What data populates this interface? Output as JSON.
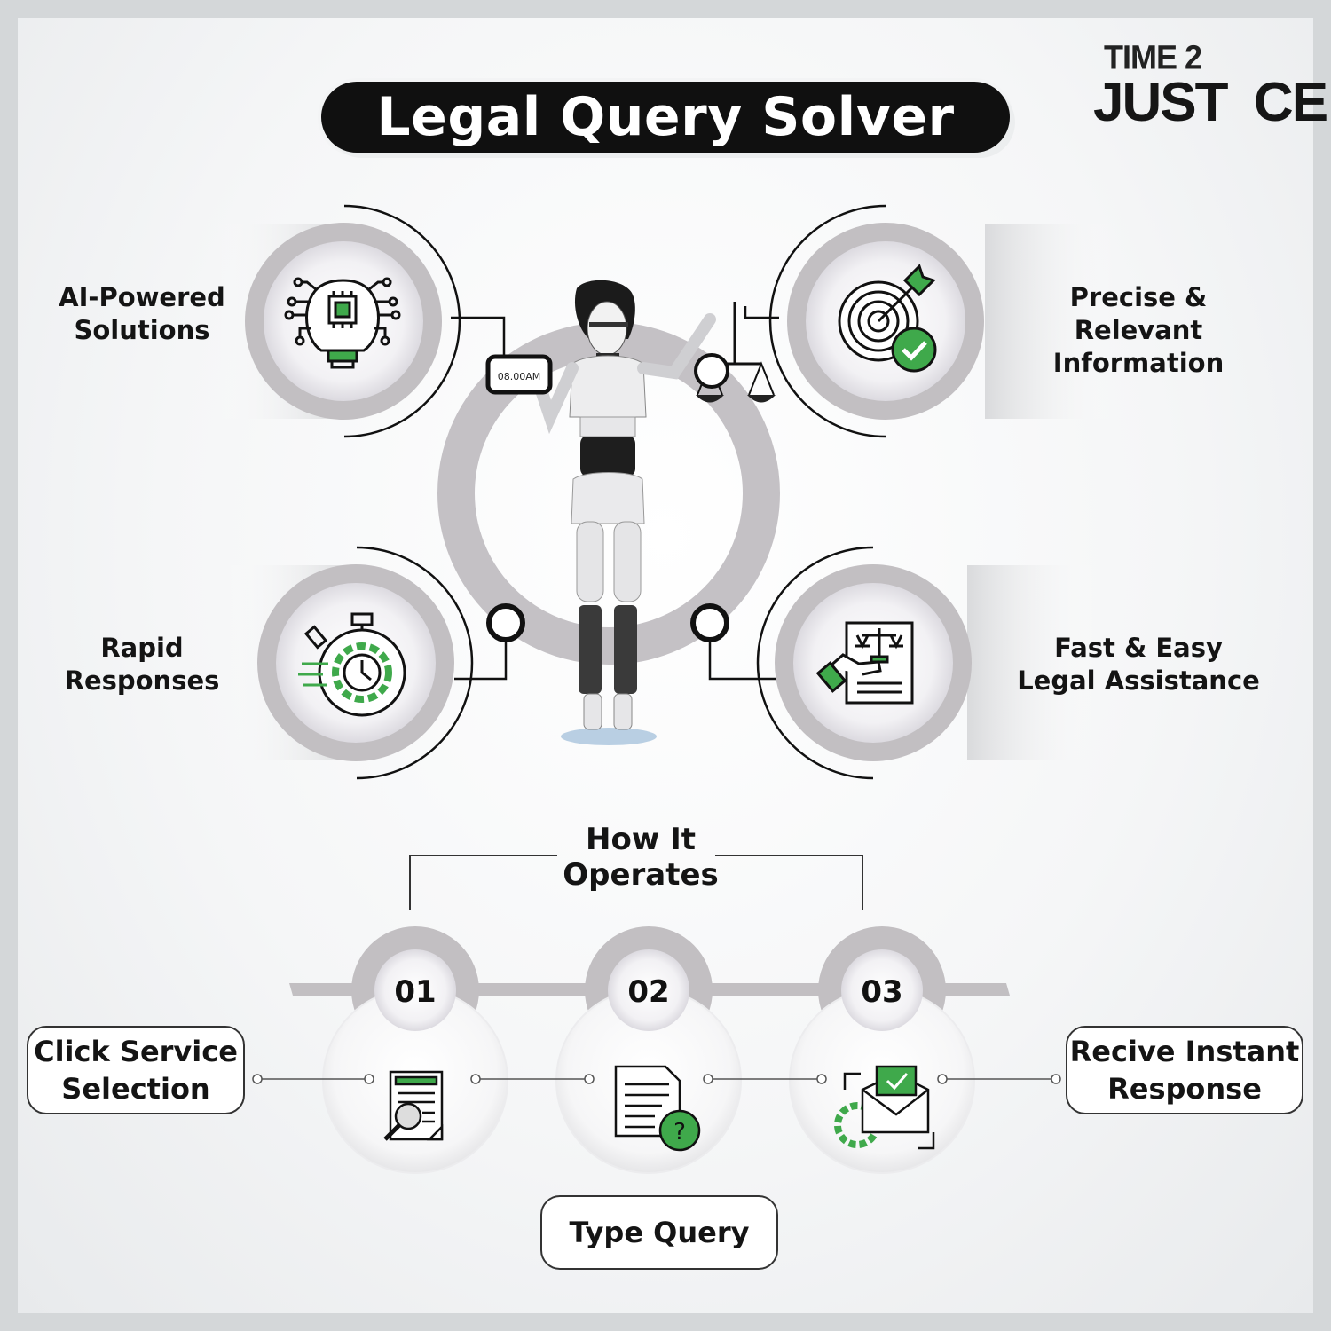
{
  "header": {
    "title": "Legal Query Solver"
  },
  "logo": {
    "line1": "TIME 2",
    "line2": "JUST  CE"
  },
  "robot": {
    "watch_time": "08.00AM"
  },
  "features": [
    {
      "label": "AI-Powered\nSolutions",
      "icon": "ai-bulb-chip-icon"
    },
    {
      "label": "Precise & Relevant\nInformation",
      "icon": "target-check-icon"
    },
    {
      "label": "Rapid\nResponses",
      "icon": "stopwatch-gear-icon"
    },
    {
      "label": "Fast & Easy\nLegal Assistance",
      "icon": "legal-document-hand-icon"
    }
  ],
  "how_it_operates": {
    "heading": "How It\nOperates",
    "steps": [
      {
        "number": "01",
        "icon": "document-search-icon"
      },
      {
        "number": "02",
        "icon": "document-question-icon"
      },
      {
        "number": "03",
        "icon": "email-gear-icon"
      }
    ],
    "boxes": {
      "click_service": "Click Service\nSelection",
      "type_query": "Type Query",
      "receive_response": "Recive Instant\nResponse"
    }
  },
  "colors": {
    "accent_green": "#3fa94b",
    "dark": "#111111",
    "grey_ring": "#c2bfc2"
  }
}
